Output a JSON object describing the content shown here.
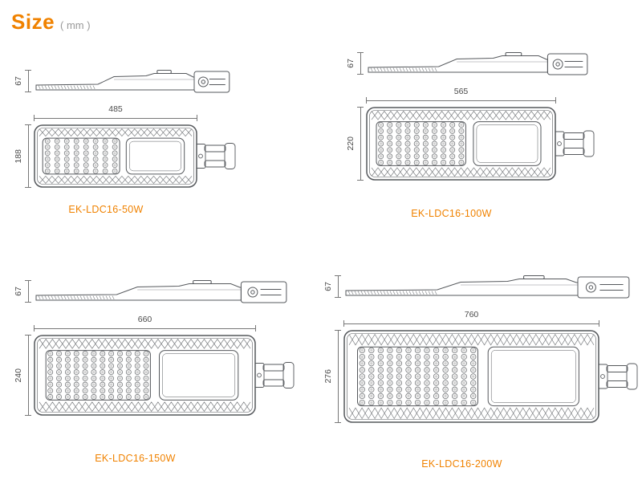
{
  "title": {
    "text": "Size",
    "unit": "( mm )"
  },
  "colors": {
    "accent": "#f08200",
    "line": "#55585c",
    "dimension": "#4a4a4a"
  },
  "products": [
    {
      "name": "EK-LDC16-50W",
      "length_mm": 485,
      "width_mm": 188,
      "height_mm": 67,
      "leds": {
        "cols": 8,
        "rows": 6
      }
    },
    {
      "name": "EK-LDC16-100W",
      "length_mm": 565,
      "width_mm": 220,
      "height_mm": 67,
      "leds": {
        "cols": 10,
        "rows": 7
      }
    },
    {
      "name": "EK-LDC16-150W",
      "length_mm": 660,
      "width_mm": 240,
      "height_mm": 67,
      "leds": {
        "cols": 12,
        "rows": 8
      }
    },
    {
      "name": "EK-LDC16-200W",
      "length_mm": 760,
      "width_mm": 276,
      "height_mm": 67,
      "leds": {
        "cols": 13,
        "rows": 9
      }
    }
  ]
}
